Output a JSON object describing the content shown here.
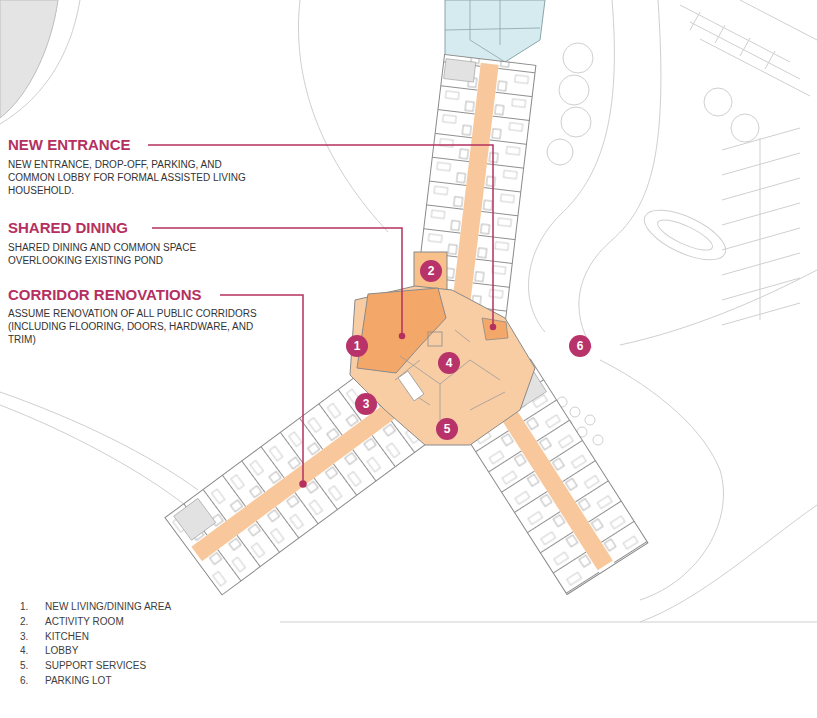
{
  "diagram": {
    "nodes": [
      {
        "text": [
          "1"
        ]
      },
      {
        "text": [
          "2"
        ]
      },
      {
        "text": [
          "3"
        ]
      },
      {
        "text": [
          "4"
        ]
      },
      {
        "text": [
          "5"
        ]
      },
      {
        "text": [
          "6"
        ]
      }
    ],
    "labels": [
      "NEW ENTRANCE",
      "NEW ENTRANCE, DROP-OFF, PARKING, AND COMMON LOBBY FOR FORMAL ASSISTED LIVING HOUSEHOLD.",
      "SHARED DINING",
      "SHARED DINING AND COMMON SPACE OVERLOOKING EXISTING POND",
      "CORRIDOR RENOVATIONS",
      "ASSUME RENOVATION OF ALL PUBLIC CORRIDORS (INCLUDING FLOORING, DOORS, HARDWARE, AND TRIM)",
      "1.",
      "NEW LIVING/DINING AREA",
      "2.",
      "ACTIVITY ROOM",
      "3.",
      "KITCHEN",
      "4.",
      "LOBBY",
      "5.",
      "SUPPORT SERVICES",
      "6.",
      "PARKING LOT"
    ]
  }
}
